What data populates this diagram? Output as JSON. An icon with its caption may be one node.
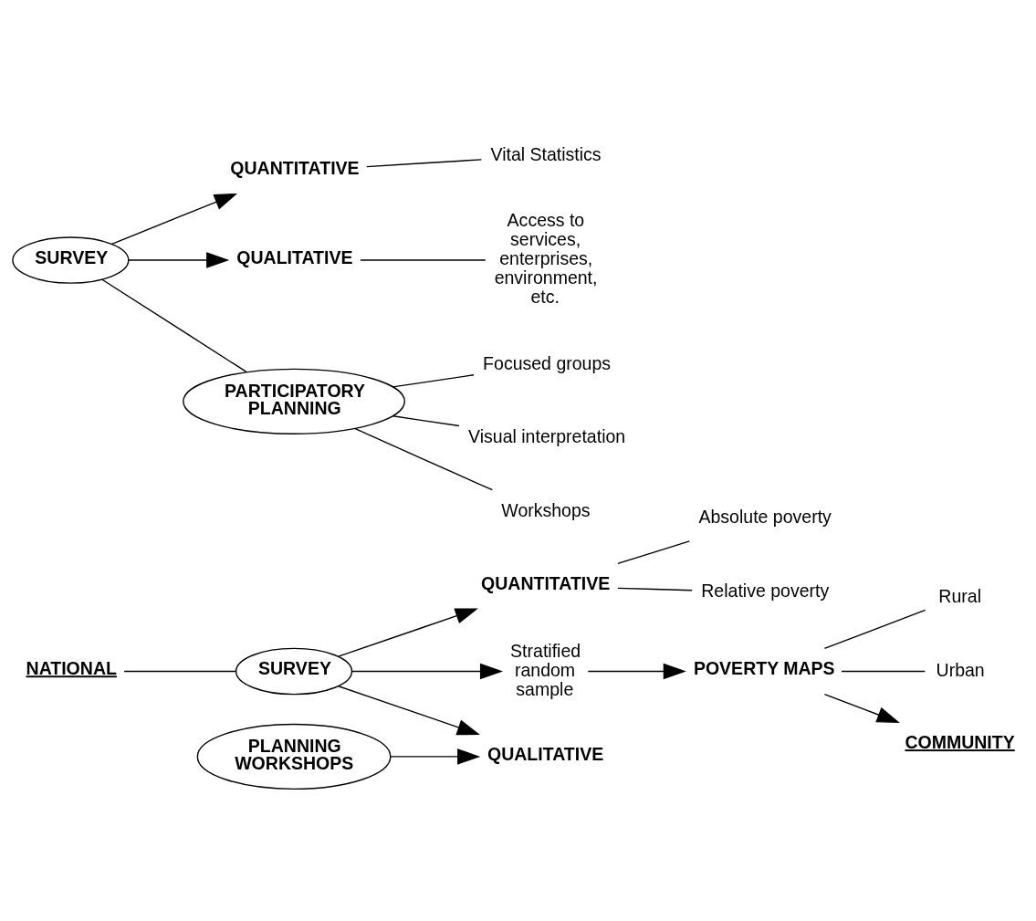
{
  "diagram": {
    "nodes": [
      {
        "text": [
          "NATIONAL"
        ]
      },
      {
        "text": [
          "SURVEY"
        ]
      },
      {
        "text": [
          "QUANTITATIVE"
        ]
      },
      {
        "text": [
          "Absolute poverty"
        ]
      },
      {
        "text": [
          "Relative poverty"
        ]
      },
      {
        "text": [
          "QUALITATIVE"
        ]
      },
      {
        "text": [
          "PLANNING WORKSHOPS"
        ]
      },
      {
        "text": [
          "Stratified random sample"
        ]
      },
      {
        "text": [
          "POVERTY MAPS"
        ]
      },
      {
        "text": [
          "Rural"
        ]
      },
      {
        "text": [
          "Urban"
        ]
      },
      {
        "text": [
          "COMMUNITY"
        ]
      },
      {
        "text": [
          "SURVEY"
        ]
      },
      {
        "text": [
          "QUANTITATIVE"
        ]
      },
      {
        "text": [
          "Vital Statistics"
        ]
      },
      {
        "text": [
          "QUALITATIVE"
        ]
      },
      {
        "text": [
          "Access to services, enterprises, environment, etc."
        ]
      },
      {
        "text": [
          "PARTICIPATORY PLANNING"
        ]
      },
      {
        "text": [
          "Focused groups"
        ]
      },
      {
        "text": [
          "Visual interpretation"
        ]
      },
      {
        "text": [
          "Workshops"
        ]
      }
    ],
    "edges": [
      {
        "from": 0,
        "to": 1,
        "arrow": "none"
      },
      {
        "from": 1,
        "to": 2,
        "arrow": "to"
      },
      {
        "from": 2,
        "to": 3,
        "arrow": "none"
      },
      {
        "from": 2,
        "to": 4,
        "arrow": "none"
      },
      {
        "from": 1,
        "to": 5,
        "arrow": "to"
      },
      {
        "from": 6,
        "to": 5,
        "arrow": "to"
      },
      {
        "from": 1,
        "to": 7,
        "arrow": "to"
      },
      {
        "from": 7,
        "to": 8,
        "arrow": "to"
      },
      {
        "from": 8,
        "to": 9,
        "arrow": "none"
      },
      {
        "from": 8,
        "to": 10,
        "arrow": "none"
      },
      {
        "from": 8,
        "to": 11,
        "arrow": "to"
      },
      {
        "from": 12,
        "to": 13,
        "arrow": "to"
      },
      {
        "from": 13,
        "to": 14,
        "arrow": "none"
      },
      {
        "from": 12,
        "to": 15,
        "arrow": "to"
      },
      {
        "from": 15,
        "to": 16,
        "arrow": "none"
      },
      {
        "from": 12,
        "to": 17,
        "arrow": "none"
      },
      {
        "from": 17,
        "to": 18,
        "arrow": "none"
      },
      {
        "from": 17,
        "to": 19,
        "arrow": "none"
      },
      {
        "from": 17,
        "to": 20,
        "arrow": "none"
      }
    ]
  }
}
